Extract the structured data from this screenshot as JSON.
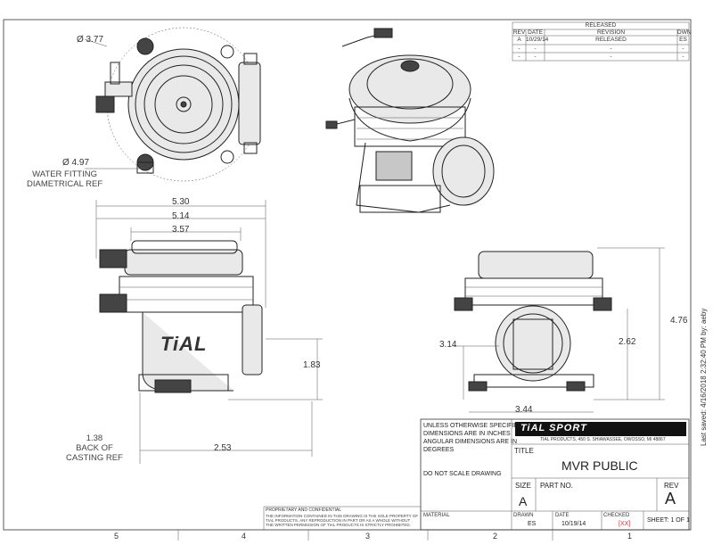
{
  "revision_table": {
    "status": "RELEASED",
    "headers": [
      "REV",
      "DATE",
      "REVISION",
      "DWN"
    ],
    "rows": [
      [
        "A",
        "10/29/14",
        "RELEASED",
        "ES"
      ],
      [
        "-",
        "-",
        "-",
        "-"
      ],
      [
        "-",
        "-",
        "-",
        "-"
      ]
    ]
  },
  "dimensions": {
    "top_dia": "Ø 3.77",
    "fitting_dia": "Ø 4.97",
    "fitting_note": "WATER FITTING\nDIAMETRICAL REF",
    "width_530": "5.30",
    "width_514": "5.14",
    "width_357": "3.57",
    "height_183": "1.83",
    "back_casting": "1.38\nBACK OF\nCASTING REF",
    "len_253": "2.53",
    "height_476": "4.76",
    "height_314": "3.14",
    "height_262": "2.62",
    "width_344": "3.44"
  },
  "part_logo": "TiAL",
  "title_block": {
    "notes": [
      "UNLESS OTHERWISE SPECIFIED:",
      "DIMENSIONS ARE IN INCHES",
      "ANGULAR DIMENSIONS ARE IN",
      "DEGREES"
    ],
    "do_not_scale": "DO NOT SCALE DRAWING",
    "company_logo": "TiAL SPORT",
    "company_address": "TIAL PRODUCTS, 450 S. SHIAWASSEE, OWOSSO, MI 48867",
    "title_label": "TITLE",
    "title": "MVR PUBLIC",
    "size_label": "SIZE",
    "size": "A",
    "partno_label": "PART NO.",
    "rev_label": "REV",
    "rev": "A",
    "drawn_label": "DRAWN",
    "drawn": "ES",
    "date_label": "DATE",
    "date": "10/19/14",
    "checked_label": "CHECKED",
    "checked": "[XX]",
    "sheet": "SHEET: 1 OF 1",
    "material_label": "MATERIAL",
    "proprietary_title": "PROPRIETARY AND CONFIDENTIAL",
    "proprietary_text": "THE INFORMATION CONTAINED IN THIS DRAWING IS THE SOLE PROPERTY OF TIAL PRODUCTS. ANY REPRODUCTION IN PART OR AS A WHOLE WITHOUT THE WRITTEN PERMISSION OF TIAL PRODUCTS IS STRICTLY PROHIBITED."
  },
  "last_saved": "Last saved: 4/16/2018 2:32:40 PM by: aeby",
  "zones": [
    "5",
    "4",
    "3",
    "2",
    "1"
  ]
}
